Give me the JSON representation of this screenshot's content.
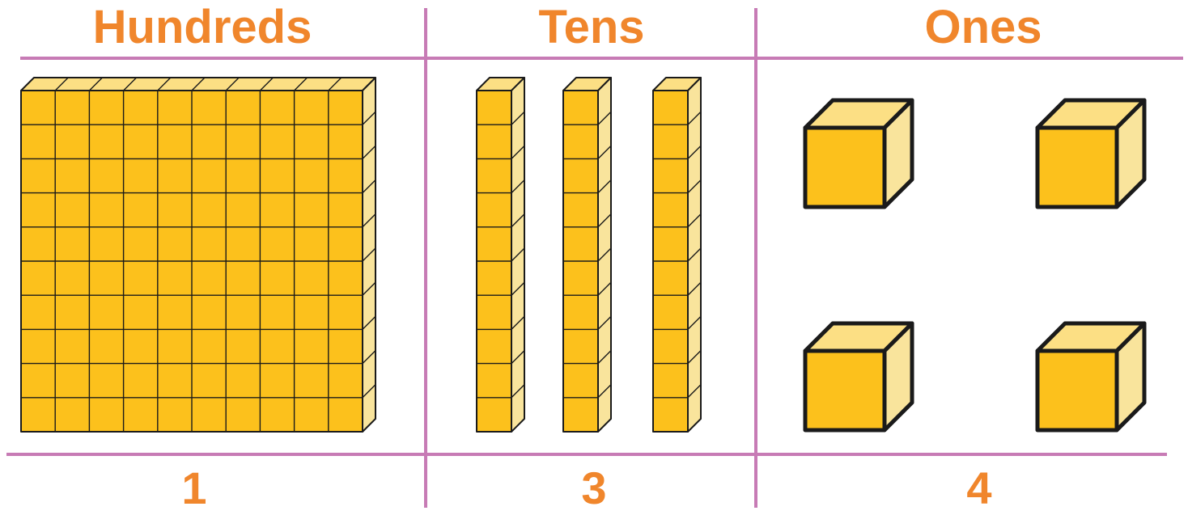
{
  "colors": {
    "accent": "#f0862c",
    "divider": "#c77bb5",
    "block_face": "#fcc11c",
    "block_top": "#fcdf84",
    "block_side": "#f9e49c",
    "block_outline": "#1a1a1a"
  },
  "columns": [
    {
      "heading": "Hundreds",
      "count": "1",
      "blocks": 1,
      "block_kind": "hundreds-flat"
    },
    {
      "heading": "Tens",
      "count": "3",
      "blocks": 3,
      "block_kind": "ten-rod"
    },
    {
      "heading": "Ones",
      "count": "4",
      "blocks": 4,
      "block_kind": "unit-cube"
    }
  ]
}
